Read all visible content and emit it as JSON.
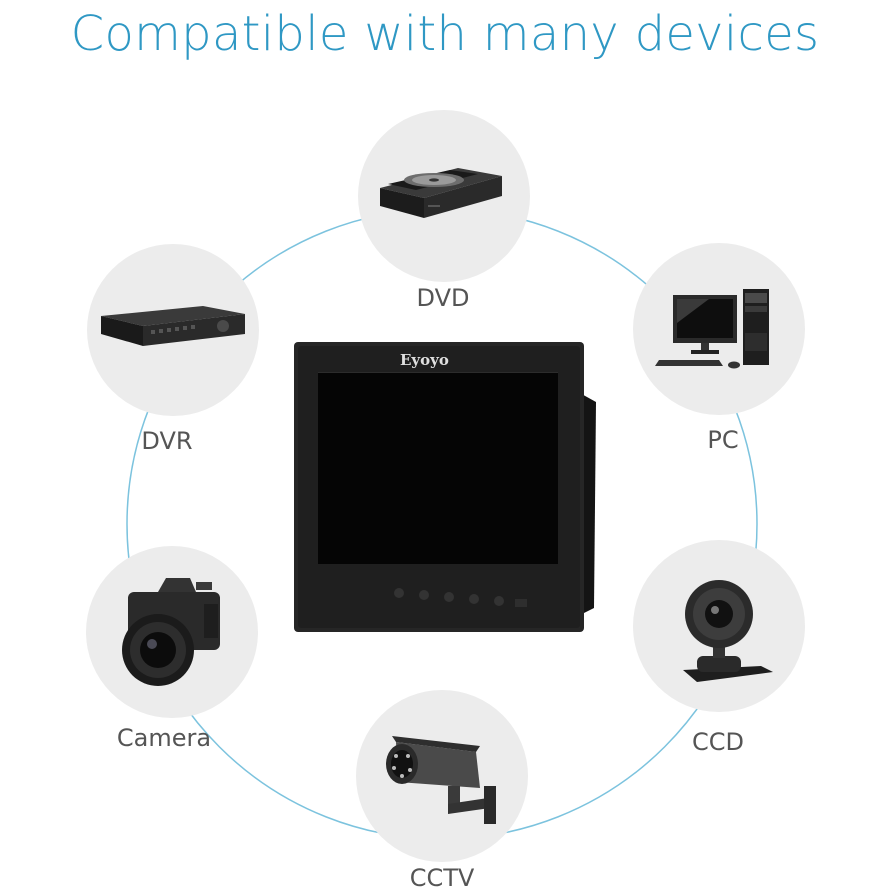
{
  "title": "Compatible with many devices",
  "accent_color": "#2f98c4",
  "ring_color": "#7cc3de",
  "devices": [
    {
      "id": "dvd",
      "label": "DVD",
      "icon": "dvd-drive-icon"
    },
    {
      "id": "pc",
      "label": "PC",
      "icon": "desktop-pc-icon"
    },
    {
      "id": "ccd",
      "label": "CCD",
      "icon": "webcam-icon"
    },
    {
      "id": "cctv",
      "label": "CCTV",
      "icon": "security-camera-icon"
    },
    {
      "id": "camera",
      "label": "Camera",
      "icon": "dslr-camera-icon"
    },
    {
      "id": "dvr",
      "label": "DVR",
      "icon": "dvr-recorder-icon"
    }
  ],
  "monitor": {
    "brand": "Eyoyo"
  }
}
